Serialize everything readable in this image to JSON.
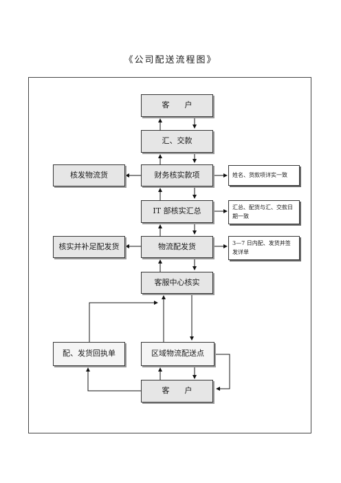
{
  "title": "《公司配送流程图》",
  "nodes": {
    "customer_top": "客　　户",
    "remit": "汇、交款",
    "finance_check": "财务核实款项",
    "it_summary": "IT 部核实汇总",
    "logistics_dispatch": "物流配发货",
    "service_check": "客服中心核实",
    "regional_point": "区域物流配送点",
    "customer_bottom": "客　　户",
    "dispatch_logistics": "核发物流货",
    "verify_supplement": "核实并补足配发货",
    "receipt": "配、发货回执单"
  },
  "notes": {
    "finance_note": "姓名、货款项详实一致",
    "it_note": "汇总、配货与汇、交款日期一致",
    "logistics_note": "3—7 日内配、发货并签发详单"
  }
}
